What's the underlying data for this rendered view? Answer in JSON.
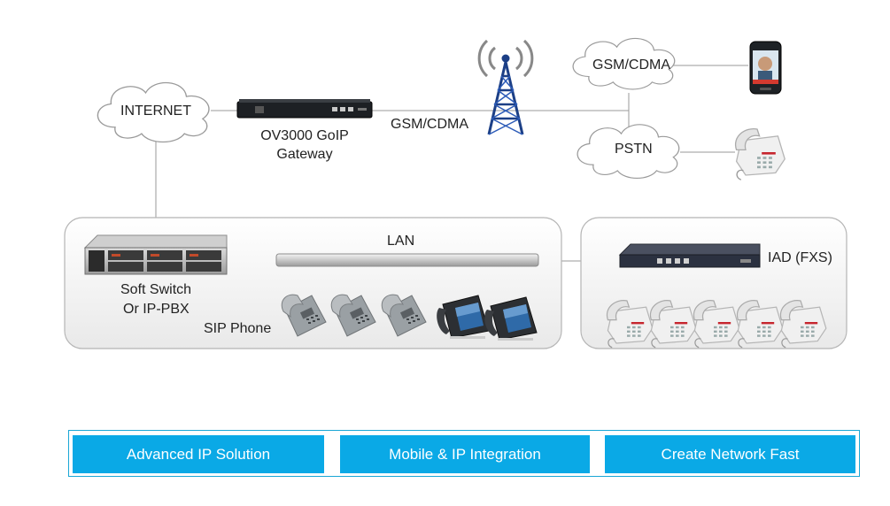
{
  "diagram": {
    "internet_label": "INTERNET",
    "gateway_label_line1": "OV3000 GoIP",
    "gateway_label_line2": "Gateway",
    "gsm_link_label": "GSM/CDMA",
    "gsm_cloud_label": "GSM/CDMA",
    "pstn_cloud_label": "PSTN",
    "lan_label": "LAN",
    "softswitch_label_line1": "Soft Switch",
    "softswitch_label_line2": "Or IP-PBX",
    "sip_phone_label": "SIP Phone",
    "iad_label": "IAD (FXS)"
  },
  "features": [
    {
      "label": "Advanced IP Solution"
    },
    {
      "label": "Mobile & IP Integration"
    },
    {
      "label": "Create Network Fast"
    }
  ],
  "colors": {
    "accent": "#0aa9e6",
    "line": "#9a9a9a",
    "panel_border": "#b5b5b5"
  }
}
